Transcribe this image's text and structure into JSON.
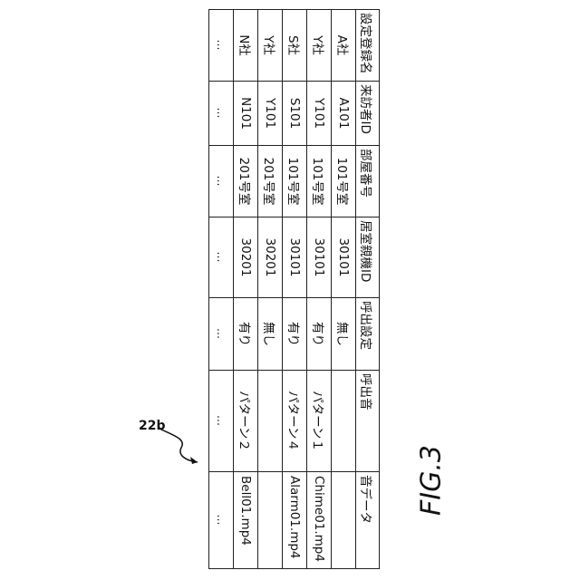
{
  "reference_label": "22b",
  "figure_label": "FIG.3",
  "table": {
    "headers": [
      "設定登録名",
      "来訪者ID",
      "部屋番号",
      "居室親機ID",
      "呼出設定",
      "呼出音",
      "音データ"
    ],
    "rows": [
      [
        "A社",
        "A101",
        "101号室",
        "30101",
        "無し",
        "",
        ""
      ],
      [
        "Y社",
        "Y101",
        "101号室",
        "30101",
        "有り",
        "パターン１",
        "Chime01.mp4"
      ],
      [
        "S社",
        "S101",
        "101号室",
        "30101",
        "有り",
        "パターン４",
        "Alarm01.mp4"
      ],
      [
        "Y社",
        "Y101",
        "201号室",
        "30201",
        "無し",
        "",
        ""
      ],
      [
        "N社",
        "N101",
        "201号室",
        "30201",
        "有り",
        "パターン２",
        "Bell01.mp4"
      ],
      [
        "…",
        "…",
        "…",
        "…",
        "…",
        "…",
        "…"
      ]
    ]
  }
}
